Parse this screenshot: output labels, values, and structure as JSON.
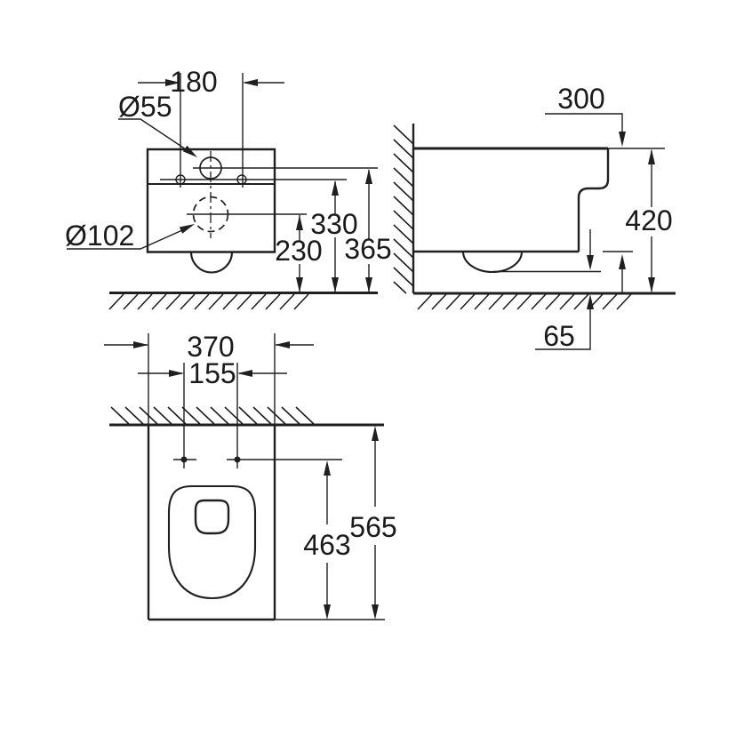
{
  "drawing_title": "wall-hung-wc-dimension-drawing",
  "front_view": {
    "hole_spacing": "180",
    "inlet_diameter": "Ø55",
    "outlet_diameter": "Ø102",
    "outlet_center_height": "230",
    "holes_height": "330",
    "inlet_center_height": "365"
  },
  "side_view": {
    "top_depth": "300",
    "total_height": "420",
    "floor_clearance": "65"
  },
  "plan_view": {
    "width": "370",
    "hole_spacing": "155",
    "holes_to_front": "463",
    "depth": "565"
  },
  "colors": {
    "line": "#1f1f1f",
    "background": "#ffffff"
  }
}
